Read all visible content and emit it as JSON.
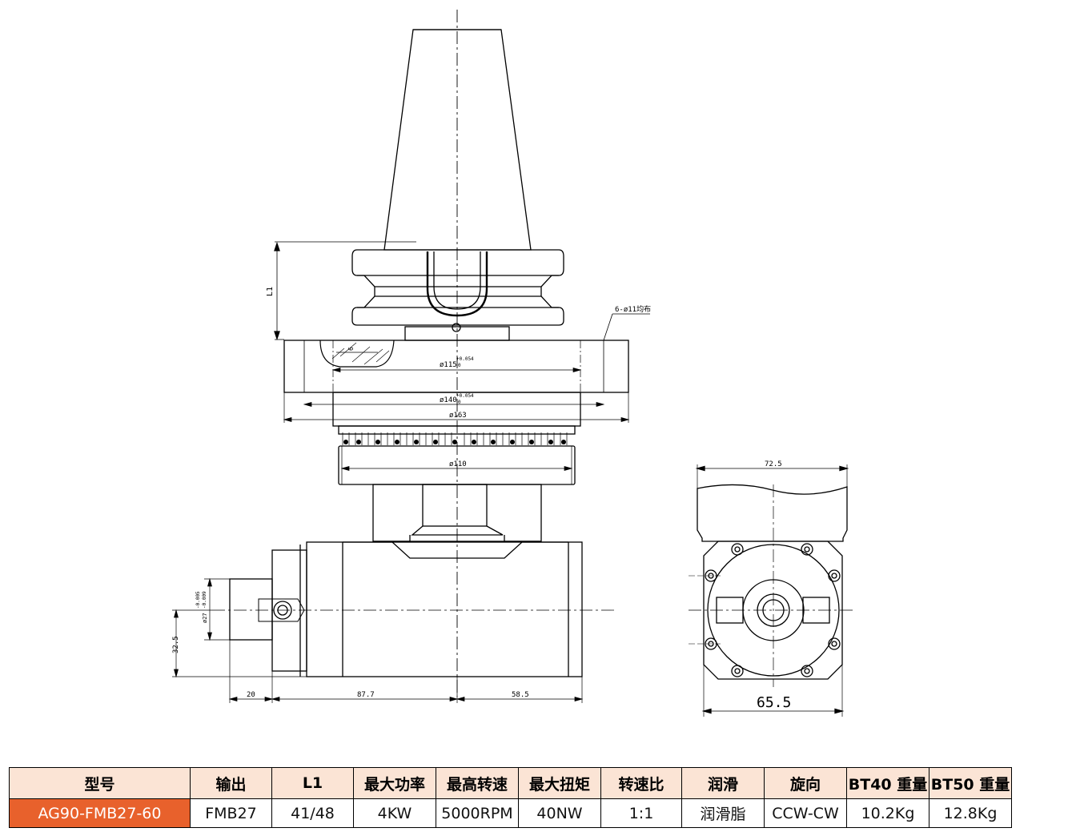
{
  "drawing": {
    "labels": {
      "l1": "L1",
      "holes": "6-ø11均布",
      "dim_6": "6",
      "d115": "ø115",
      "d115_tol_top": "+0.054",
      "d115_tol_bot": "0",
      "d140": "ø140",
      "d140_tol_top": "+0.054",
      "d140_tol_bot": "0",
      "d163": "ø163",
      "d110": "ø110",
      "d27": "ø27",
      "d27_tol_top": "-0.005",
      "d27_tol_bot": "-0.009",
      "dim_32_5": "32.5",
      "dim_20": "20",
      "dim_87_7": "87.7",
      "dim_58_5": "58.5",
      "dim_72_5": "72.5",
      "dim_65_5": "65.5"
    }
  },
  "table": {
    "headers": [
      "型号",
      "输出",
      "L1",
      "最大功率",
      "最高转速",
      "最大扭矩",
      "转速比",
      "润滑",
      "旋向",
      "BT40 重量",
      "BT50 重量"
    ],
    "rows": [
      [
        "AG90-FMB27-60",
        "FMB27",
        "41/48",
        "4KW",
        "5000RPM",
        "40NW",
        "1:1",
        "润滑脂",
        "CCW-CW",
        "10.2Kg",
        "12.8Kg"
      ]
    ],
    "colors": {
      "header_bg": "#fbe4d5",
      "model_bg": "#e8612c",
      "model_text": "#ffffff"
    }
  }
}
